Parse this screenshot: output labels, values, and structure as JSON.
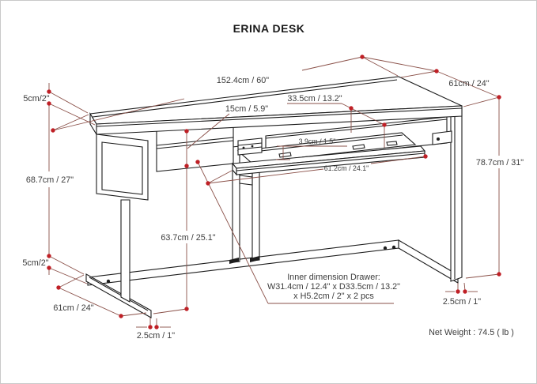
{
  "title": "ERINA DESK",
  "net_weight": "Net Weight : 74.5 ( lb )",
  "colors": {
    "dimension_line": "#8a5048",
    "marker_dot": "#bf2026",
    "outline": "#1d1d1d",
    "label_text": "#3c3c3c"
  },
  "dimensions": {
    "overall_width": "152.4cm / 60\"",
    "top_depth": "61cm / 24\"",
    "top_thickness": "5cm/2\"",
    "side_panel_height": "68.7cm / 27\"",
    "drawer_face_height": "15cm / 5.9\"",
    "tray_extension_depth": "33.5cm / 13.2\"",
    "tray_thickness": "3.9cm / 1.5\"",
    "tray_width": "61.2cm / 24.1\"",
    "overall_height": "78.7cm / 31\"",
    "stretcher_height": "5cm/2\"",
    "foot_depth": "61cm / 24\"",
    "foot_clearance_front": "2.5cm / 1\"",
    "knee_clearance": "63.7cm / 25.1\"",
    "foot_clearance_right": "2.5cm / 1\"",
    "drawer_inner": {
      "line1": "Inner dimension Drawer:",
      "line2": "W31.4cm / 12.4\" x D33.5cm / 13.2\"",
      "line3": "x H5.2cm / 2\" x 2 pcs"
    }
  }
}
